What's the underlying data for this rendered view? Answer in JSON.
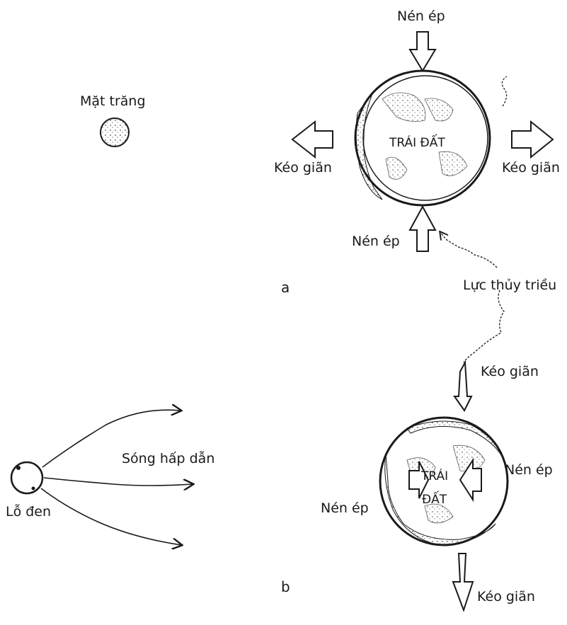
{
  "panel_a": {
    "letter": "a",
    "moon_label": "Mặt trăng",
    "earth_label": "TRÁI ĐẤT",
    "compress_top": "Nén ép",
    "compress_bottom": "Nén ép",
    "stretch_left": "Kéo giãn",
    "stretch_right": "Kéo giãn",
    "tidal_force": "Lực thủy triều"
  },
  "panel_b": {
    "letter": "b",
    "black_hole_label": "Lỗ đen",
    "waves_label": "Sóng hấp dẫn",
    "earth_line1": "TRÁI",
    "earth_line2": "ĐẤT",
    "stretch_top": "Kéo giãn",
    "stretch_bottom": "Kéo giãn",
    "compress_left": "Nén ép",
    "compress_right": "Nén ép"
  },
  "colors": {
    "ink": "#1a1a1a",
    "background": "#ffffff",
    "texture": "#555555"
  }
}
